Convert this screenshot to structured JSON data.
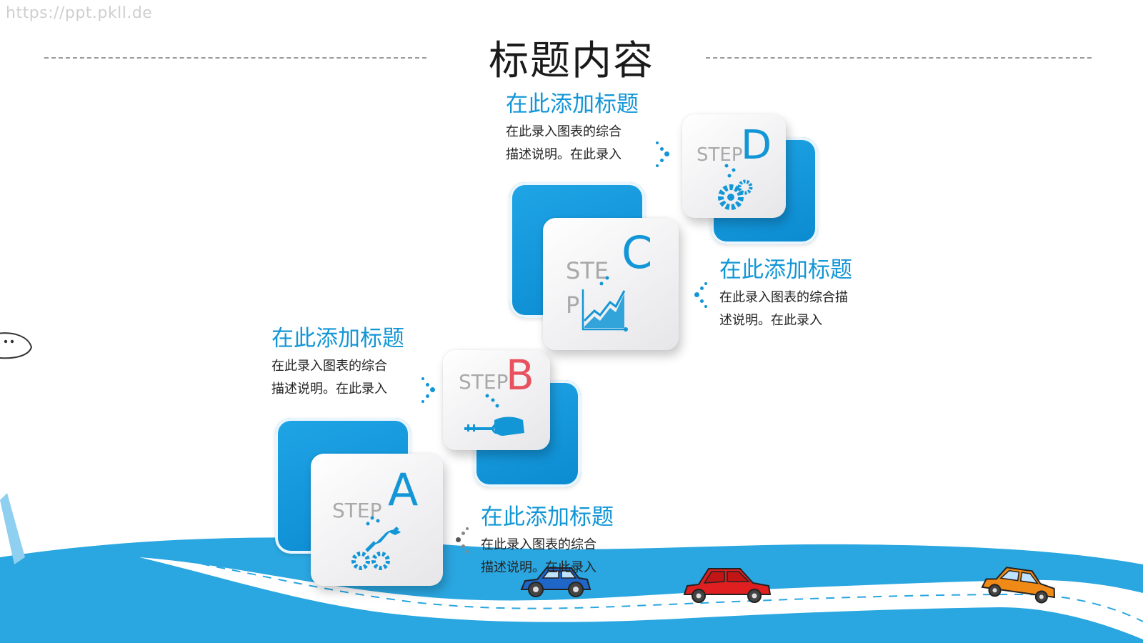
{
  "watermark": "https://ppt.pkll.de",
  "page_title": "标题内容",
  "colors": {
    "accent": "#1296d6",
    "step_a": "#1296d6",
    "step_b": "#e8525f",
    "step_c": "#1296d6",
    "step_d": "#1296d6",
    "road": "#2aa6e0"
  },
  "steps": [
    {
      "word": "STEP",
      "letter": "A",
      "icon": "robot-arm-gears-icon"
    },
    {
      "word": "STEP",
      "letter": "B",
      "icon": "hand-key-icon"
    },
    {
      "word": "STEP",
      "letter": "C",
      "icon": "growth-chart-icon"
    },
    {
      "word": "STEP",
      "letter": "D",
      "icon": "gears-icon"
    }
  ],
  "blocks": {
    "a": {
      "title": "在此添加标题",
      "line1": "在此录入图表的综合",
      "line2": "描述说明。在此录入"
    },
    "b": {
      "title": "在此添加标题",
      "line1": "在此录入图表的综合",
      "line2": "描述说明。在此录入"
    },
    "c": {
      "title": "在此添加标题",
      "line1": "在此录入图表的综合描",
      "line2": "述说明。在此录入"
    },
    "d": {
      "title": "在此添加标题",
      "line1": "在此录入图表的综合",
      "line2": "描述说明。在此录入"
    }
  },
  "scene": {
    "cars": [
      "blue-car-icon",
      "red-car-icon",
      "orange-car-icon"
    ],
    "decor": [
      "airplane-icon"
    ]
  }
}
